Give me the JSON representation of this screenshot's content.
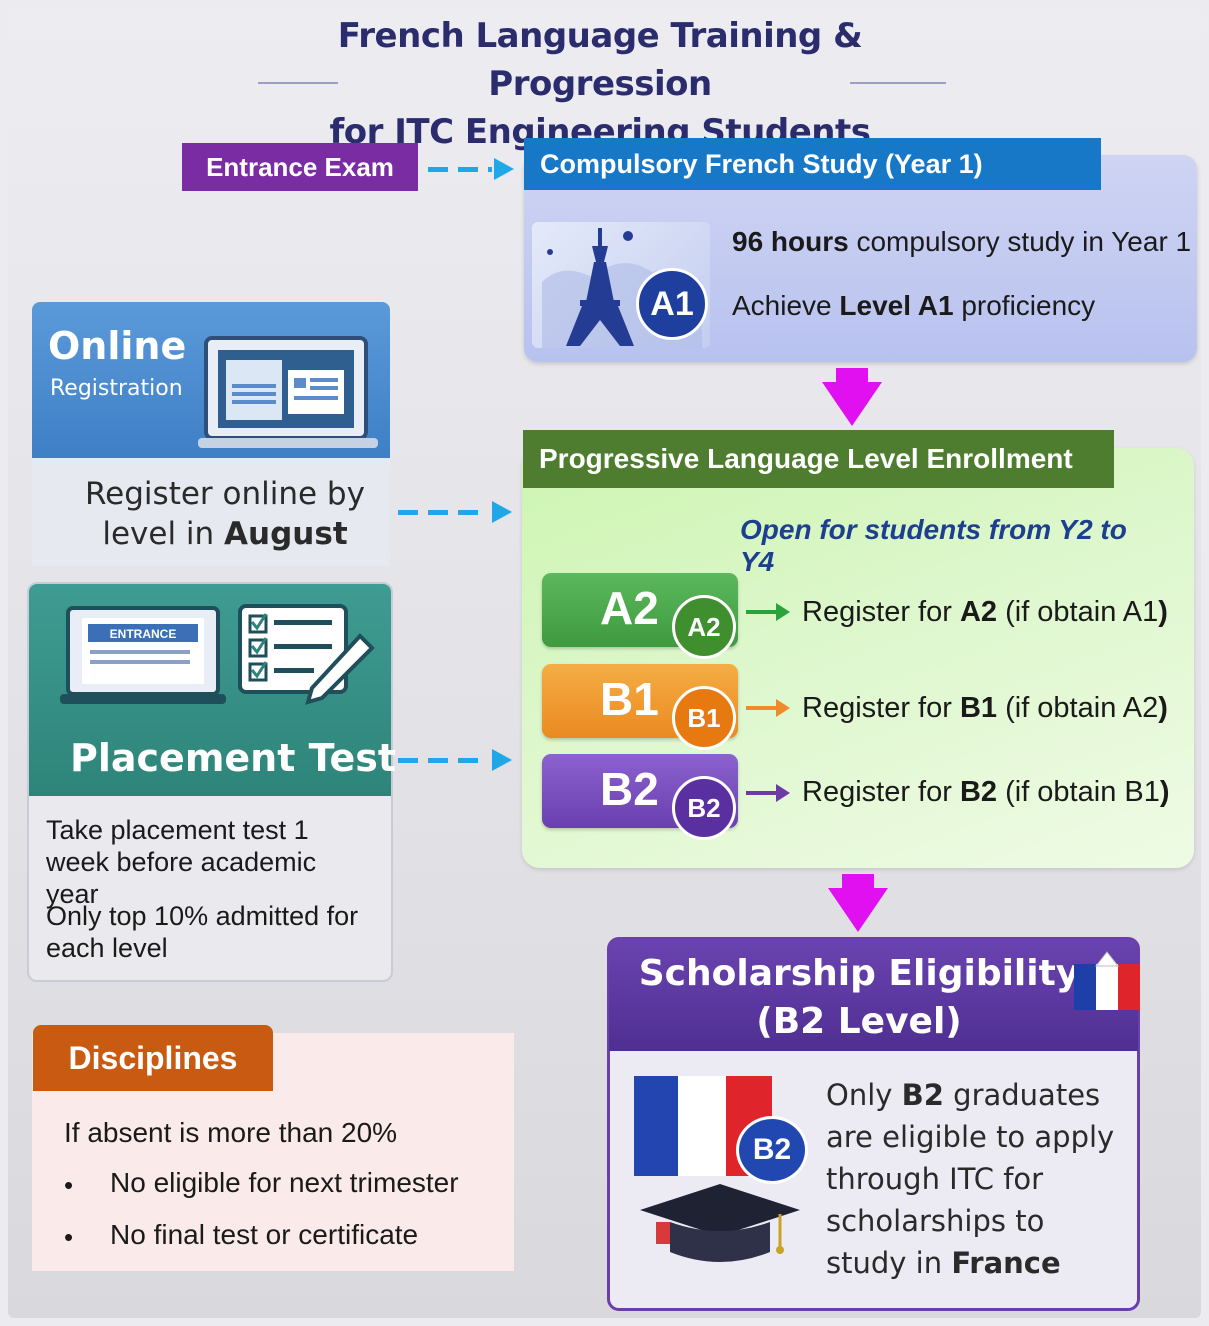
{
  "title": {
    "line1": "French Language Training & Progression",
    "line2": "for ITC Engineering Students"
  },
  "entrance_exam": {
    "label": "Entrance Exam"
  },
  "compulsory": {
    "header": "Compulsory French Study (Year 1)",
    "line1_bold": "96 hours",
    "line1_rest": " compulsory study in Year 1",
    "line2_pre": "Achieve ",
    "line2_bold": "Level A1",
    "line2_post": " proficiency",
    "badge": "A1"
  },
  "online_registration": {
    "title": "Online",
    "subtitle": "Registration",
    "text_pre": "Register online by level in ",
    "text_bold": "August"
  },
  "placement_test": {
    "screen_label": "ENTRANCE",
    "title": "Placement Test",
    "text1": "Take placement test 1 week before academic year",
    "text2": "Only top 10% admitted for each level"
  },
  "progressive": {
    "header": "Progressive Language Level Enrollment",
    "open_text": "Open for students from Y2 to Y4",
    "levels": [
      {
        "tile": "A2",
        "badge": "A2",
        "pre": "Register for ",
        "bold": "A2",
        "post": " (if obtain A1",
        "close": ")",
        "color": "#4aa34a",
        "arrow": "#2aa33a"
      },
      {
        "tile": "B1",
        "badge": "B1",
        "pre": "Register for ",
        "bold": "B1",
        "post": " (if obtain A2",
        "close": ")",
        "color": "#f0952a",
        "arrow": "#f08a2a"
      },
      {
        "tile": "B2",
        "badge": "B2",
        "pre": "Register for ",
        "bold": "B2",
        "post": " (if obtain B1",
        "close": ")",
        "color": "#7a4fc0",
        "arrow": "#6d3aa8"
      }
    ]
  },
  "disciplines": {
    "header": "Disciplines",
    "intro": "If absent is more than 20%",
    "bullets": [
      "No eligible for next trimester",
      "No final test or certificate"
    ]
  },
  "scholarship": {
    "title_line1": "Scholarship Eligibility",
    "title_line2": "(B2 Level)",
    "badge": "B2",
    "text_pre": "Only ",
    "text_b1": "B2",
    "text_mid": " graduates are eligible to apply through ITC for scholarships to study in ",
    "text_b2": "France"
  },
  "colors": {
    "title": "#2b2c6e",
    "entrance": "#7a2da3",
    "compulsory_header": "#1878c8",
    "progressive_header": "#4f7d2f",
    "dashed_arrow": "#1fa7e8",
    "down_arrow": "#e010f0",
    "disciplines_header": "#c95a12",
    "scholarship_header": "#5a35a0"
  }
}
